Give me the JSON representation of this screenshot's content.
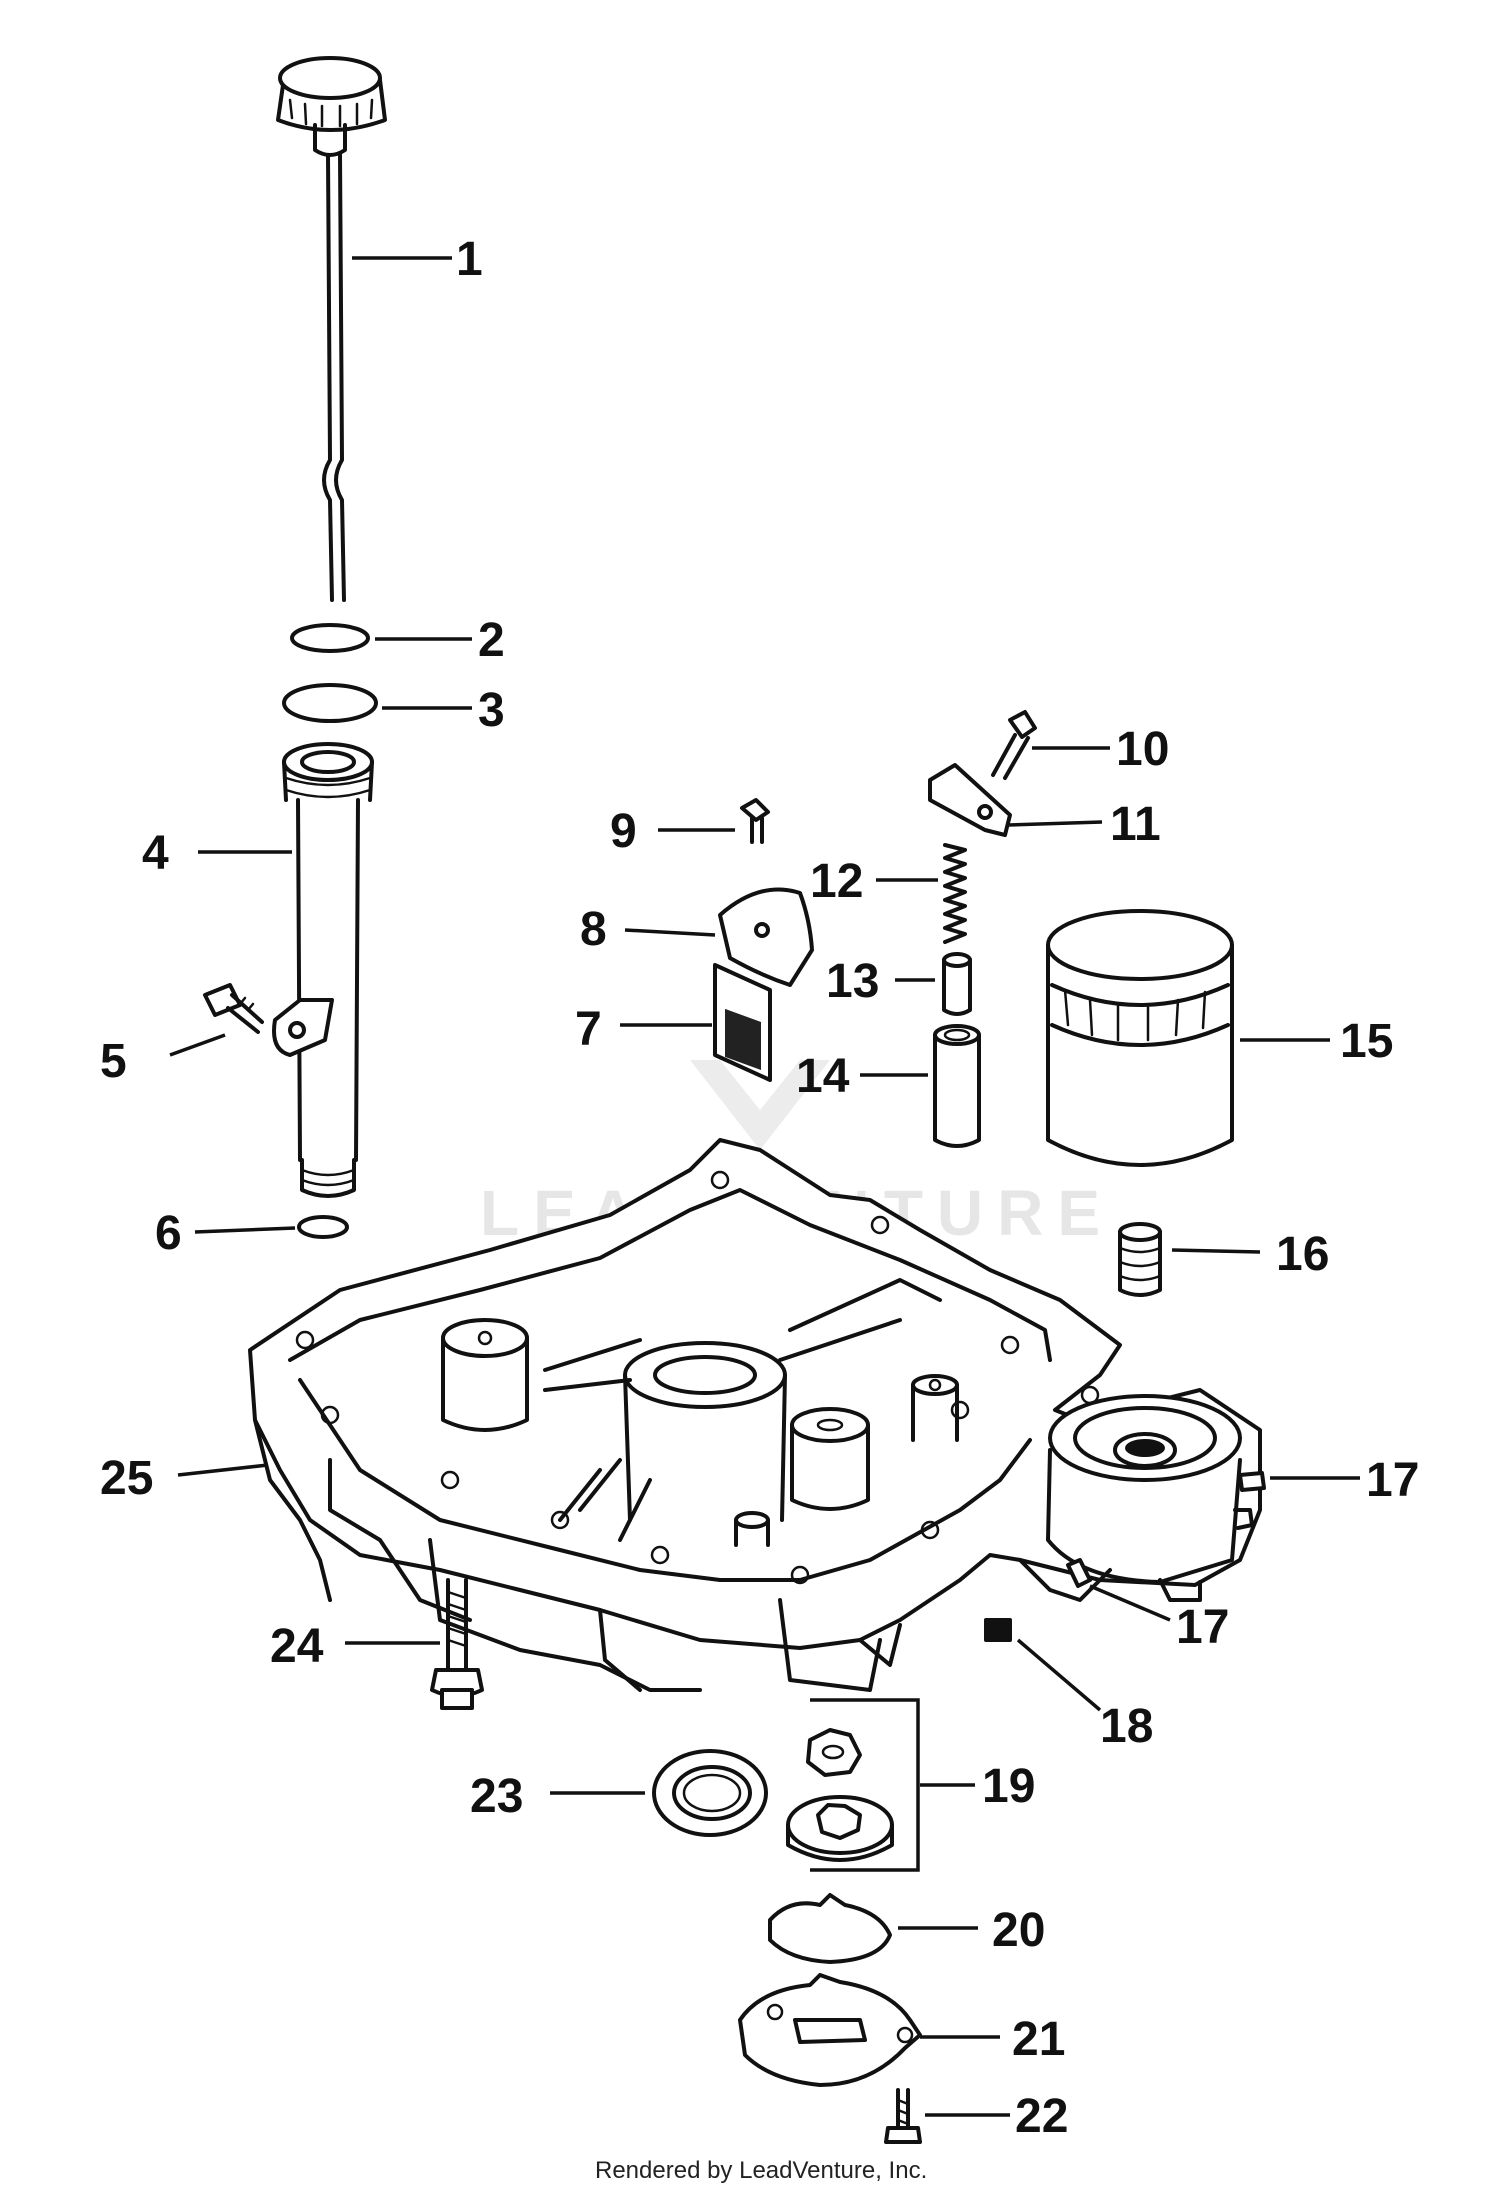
{
  "credit": "Rendered by LeadVenture, Inc.",
  "watermark": "LEADVENTURE",
  "colors": {
    "ink": "#111111",
    "paper": "#ffffff",
    "watermark": "#e6e6e6"
  },
  "callouts": [
    {
      "id": "1",
      "label": "1"
    },
    {
      "id": "2",
      "label": "2"
    },
    {
      "id": "3",
      "label": "3"
    },
    {
      "id": "4",
      "label": "4"
    },
    {
      "id": "5",
      "label": "5"
    },
    {
      "id": "6",
      "label": "6"
    },
    {
      "id": "7",
      "label": "7"
    },
    {
      "id": "8",
      "label": "8"
    },
    {
      "id": "9",
      "label": "9"
    },
    {
      "id": "10",
      "label": "10"
    },
    {
      "id": "11",
      "label": "11"
    },
    {
      "id": "12",
      "label": "12"
    },
    {
      "id": "13",
      "label": "13"
    },
    {
      "id": "14",
      "label": "14"
    },
    {
      "id": "15",
      "label": "15"
    },
    {
      "id": "16",
      "label": "16"
    },
    {
      "id": "17a",
      "label": "17"
    },
    {
      "id": "17b",
      "label": "17"
    },
    {
      "id": "18",
      "label": "18"
    },
    {
      "id": "19",
      "label": "19"
    },
    {
      "id": "20",
      "label": "20"
    },
    {
      "id": "21",
      "label": "21"
    },
    {
      "id": "22",
      "label": "22"
    },
    {
      "id": "23",
      "label": "23"
    },
    {
      "id": "24",
      "label": "24"
    },
    {
      "id": "25",
      "label": "25"
    }
  ]
}
